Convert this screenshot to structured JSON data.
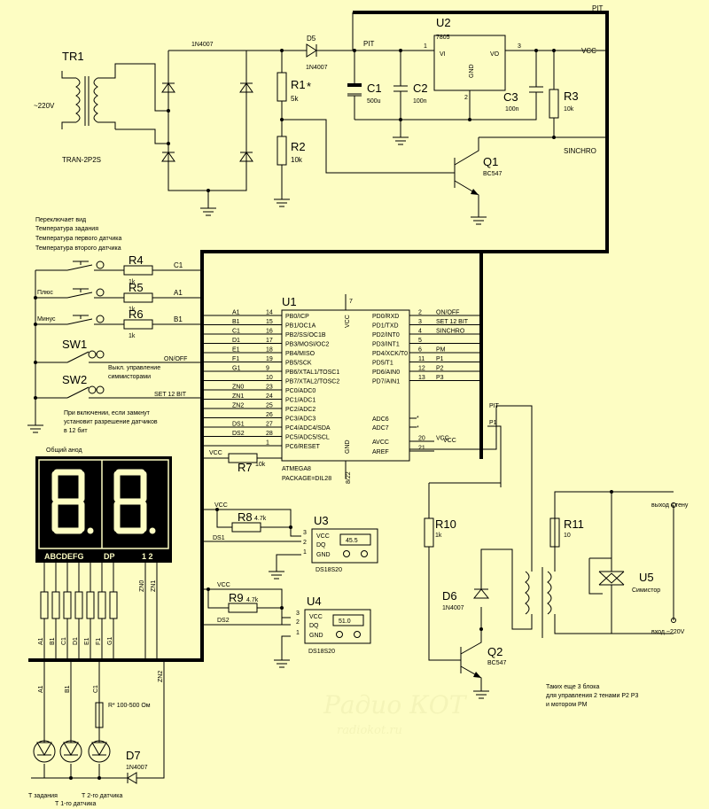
{
  "components": {
    "tr1": {
      "ref": "TR1",
      "value": "TRAN-2P2S",
      "input": "~220V"
    },
    "bridge": {
      "value": "1N4007"
    },
    "d5": {
      "ref": "D5",
      "value": "1N4007"
    },
    "r1": {
      "ref": "R1",
      "value": "5k",
      "mark": "*"
    },
    "r2": {
      "ref": "R2",
      "value": "10k"
    },
    "c1": {
      "ref": "C1",
      "value": "500u"
    },
    "c2": {
      "ref": "C2",
      "value": "100n"
    },
    "u2": {
      "ref": "U2",
      "value": "7805",
      "vi": "VI",
      "vo": "VO",
      "gnd": "GND",
      "p1": "1",
      "p2": "2",
      "p3": "3"
    },
    "c3": {
      "ref": "C3",
      "value": "100n"
    },
    "r3": {
      "ref": "R3",
      "value": "10k"
    },
    "q1": {
      "ref": "Q1",
      "value": "BC547"
    },
    "r4": {
      "ref": "R4",
      "value": "1k"
    },
    "r5": {
      "ref": "R5",
      "value": "1k"
    },
    "r6": {
      "ref": "R6",
      "value": "1k"
    },
    "r7": {
      "ref": "R7",
      "value": "10k"
    },
    "r8": {
      "ref": "R8",
      "value": "4.7k"
    },
    "r9": {
      "ref": "R9",
      "value": "4.7k"
    },
    "r10": {
      "ref": "R10",
      "value": "1k"
    },
    "r11": {
      "ref": "R11",
      "value": "10"
    },
    "sw1": {
      "ref": "SW1"
    },
    "sw2": {
      "ref": "SW2"
    },
    "u3": {
      "ref": "U3",
      "value": "DS18S20",
      "vcc": "VCC",
      "dq": "DQ",
      "gnd": "GND",
      "reading": "45.5",
      "p1": "1",
      "p2": "2",
      "p3": "3"
    },
    "u4": {
      "ref": "U4",
      "value": "DS18S20",
      "vcc": "VCC",
      "dq": "DQ",
      "gnd": "GND",
      "reading": "51.0",
      "p1": "1",
      "p2": "2",
      "p3": "3"
    },
    "d6": {
      "ref": "D6",
      "value": "1N4007"
    },
    "q2": {
      "ref": "Q2",
      "value": "BC547"
    },
    "u5": {
      "ref": "U5",
      "value": "Симистор"
    },
    "d7": {
      "ref": "D7",
      "value": "1N4007"
    },
    "r_star": {
      "label": "R* 100-500 Ом"
    }
  },
  "u1": {
    "ref": "U1",
    "part": "ATMEGA8",
    "package": "PACKAGE=DIL28",
    "vcc": "VCC",
    "gnd": "GND",
    "pin7": "7",
    "pins822": "8/22",
    "left_pins": [
      {
        "net": "A1",
        "num": "14",
        "name": "PB0/ICP"
      },
      {
        "net": "B1",
        "num": "15",
        "name": "PB1/OC1A"
      },
      {
        "net": "C1",
        "num": "16",
        "name": "PB2/SS/OC1B"
      },
      {
        "net": "D1",
        "num": "17",
        "name": "PB3/MOSI/OC2"
      },
      {
        "net": "E1",
        "num": "18",
        "name": "PB4/MISO"
      },
      {
        "net": "F1",
        "num": "19",
        "name": "PB5/SCK"
      },
      {
        "net": "G1",
        "num": "9",
        "name": "PB6/XTAL1/TOSC1"
      },
      {
        "net": "",
        "num": "10",
        "name": "PB7/XTAL2/TOSC2"
      },
      {
        "net": "ZN0",
        "num": "23",
        "name": "PC0/ADC0"
      },
      {
        "net": "ZN1",
        "num": "24",
        "name": "PC1/ADC1"
      },
      {
        "net": "ZN2",
        "num": "25",
        "name": "PC2/ADC2"
      },
      {
        "net": "",
        "num": "26",
        "name": "PC3/ADC3"
      },
      {
        "net": "DS1",
        "num": "27",
        "name": "PC4/ADC4/SDA"
      },
      {
        "net": "DS2",
        "num": "28",
        "name": "PC5/ADC5/SCL"
      },
      {
        "net": "",
        "num": "1",
        "name": "PC6/RESET"
      }
    ],
    "right_pins": [
      {
        "net": "ON/OFF",
        "num": "2",
        "name": "PD0/RXD"
      },
      {
        "net": "SET 12 BIT",
        "num": "3",
        "name": "PD1/TXD"
      },
      {
        "net": "SINCHRO",
        "num": "4",
        "name": "PD2/INT0"
      },
      {
        "net": "",
        "num": "5",
        "name": "PD3/INT1"
      },
      {
        "net": "PM",
        "num": "6",
        "name": "PD4/XCK/T0"
      },
      {
        "net": "P1",
        "num": "11",
        "name": "PD5/T1"
      },
      {
        "net": "P2",
        "num": "12",
        "name": "PD6/AIN0"
      },
      {
        "net": "P3",
        "num": "13",
        "name": "PD7/AIN1"
      },
      {
        "net": "",
        "num": "",
        "name": "ADC6"
      },
      {
        "net": "",
        "num": "",
        "name": "ADC7"
      },
      {
        "net": "VCC",
        "num": "20",
        "name": "AVCC"
      },
      {
        "net": "",
        "num": "21",
        "name": "AREF"
      }
    ]
  },
  "nets": {
    "pit": "PIT",
    "vcc": "VCC",
    "sinchro": "SINCHRO",
    "c1": "C1",
    "a1": "A1",
    "b1": "B1",
    "on_off": "ON/OFF",
    "set12": "SET 12 BIT",
    "ds1": "DS1",
    "ds2": "DS2",
    "zn0": "ZN0",
    "zn1": "ZN1",
    "zn2": "ZN2",
    "p1": "P1",
    "star": "*"
  },
  "display": {
    "title": "Общий анод",
    "segments": "ABCDEFG",
    "dp": "DP",
    "digit_numbers": "1 2",
    "bus_labels": [
      "A1",
      "B1",
      "C1",
      "D1",
      "E1",
      "F1",
      "G1"
    ]
  },
  "notes": {
    "switch_header": [
      "Переключает вид",
      "Температура задания",
      "Температура первого датчика",
      "Температура второго датчика"
    ],
    "plus": "Плюс",
    "minus": "Минус",
    "sw1_note": [
      "Выкл. управление",
      "симмисторами"
    ],
    "sw2_note": [
      "При включении, если замкнут",
      "установит разрешение датчиков",
      "в 12 бит"
    ],
    "output_load": "выход к тену",
    "input_ac": "вход ~220V",
    "blocks_note": [
      "Таких еще 3 блока",
      "для управления 2 тенами P2 P3",
      "и мотором PM"
    ],
    "led_labels": [
      "Т задания",
      "Т 1-го датчика",
      "Т 2-го датчика"
    ]
  },
  "watermark": {
    "title": "Радио КОТ",
    "url": "radiokot.ru"
  }
}
